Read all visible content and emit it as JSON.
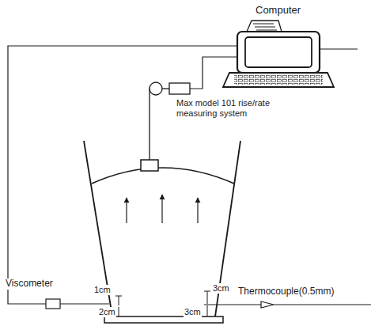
{
  "diagram": {
    "labels": [
      "Computer",
      "Max model 101 rise/rate measuring system",
      "Viscometer",
      "1cm",
      "2cm",
      "3cm",
      "3cm",
      "Thermocouple(0.5mm)"
    ]
  }
}
